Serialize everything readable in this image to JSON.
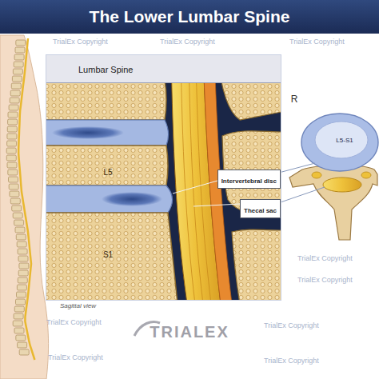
{
  "diagram": {
    "title": "The Lower Lumbar Spine",
    "caption": "Sagittal view",
    "nodes": [
      {
        "text": [
          "Lumbar Spine"
        ]
      },
      {
        "text": [
          "Intervertebral disc"
        ],
        "in": 0
      },
      {
        "text": [
          "Thecal sac"
        ],
        "in": 0
      }
    ],
    "labels": [
      "R",
      "L5",
      "S1",
      "L5-S1",
      "TRIALEX",
      "TrialEx Copyright",
      "TrialEx Copyright",
      "TrialEx Copyright",
      "TrialEx Copyright",
      "TrialEx Copyright",
      "TrialEx Copyright",
      "TrialEx Copyright",
      "TrialEx Copyright",
      "TrialEx Copyright"
    ]
  }
}
